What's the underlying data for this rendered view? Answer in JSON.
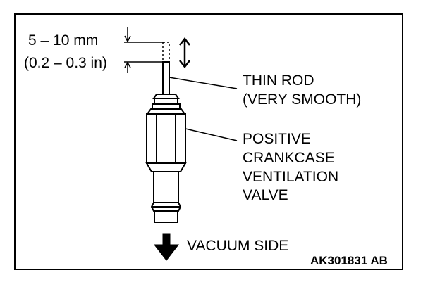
{
  "dimension": {
    "line1": "5 – 10 mm",
    "line2": "(0.2 – 0.3 in)"
  },
  "labels": {
    "rod_line1": "THIN ROD",
    "rod_line2": "(VERY SMOOTH)",
    "pcv_line1": "POSITIVE",
    "pcv_line2": "CRANKCASE",
    "pcv_line3": "VENTILATION",
    "pcv_line4": "VALVE",
    "vacuum_side": "VACUUM SIDE"
  },
  "figure_code": "AK301831 AB"
}
